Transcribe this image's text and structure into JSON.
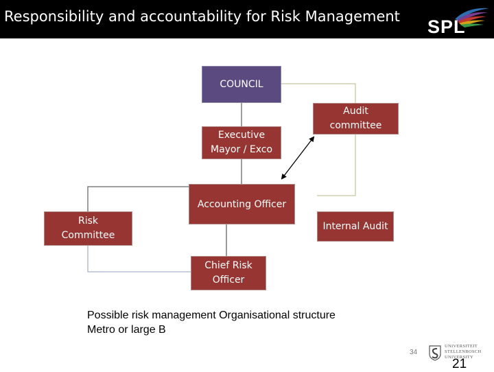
{
  "slide": {
    "title": "Responsibility and accountability for Risk Management",
    "logo_text": "SPL",
    "caption": "Possible risk management Organisational structure\nMetro or large B",
    "slide_number": "34",
    "page_number": "21",
    "university_logo_text": "UNIVERSITEIT\nSTELLENBOSCH\nUNIVERSITY"
  },
  "nodes": {
    "council": "COUNCIL",
    "executive_mayor": "Executive\nMayor / Exco",
    "audit_committee": "Audit\ncommittee",
    "accounting_officer": "Accounting Officer",
    "risk_committee": "Risk\nCommittee",
    "internal_audit": "Internal Audit",
    "chief_risk_officer": "Chief Risk\nOfficer"
  },
  "colors": {
    "box_red": "#973532",
    "box_purple": "#5b4a80",
    "connector_olive": "#c8c8a0",
    "connector_blue": "#a8b4cc",
    "connector_gray": "#666666",
    "title_bar": "#000000"
  }
}
